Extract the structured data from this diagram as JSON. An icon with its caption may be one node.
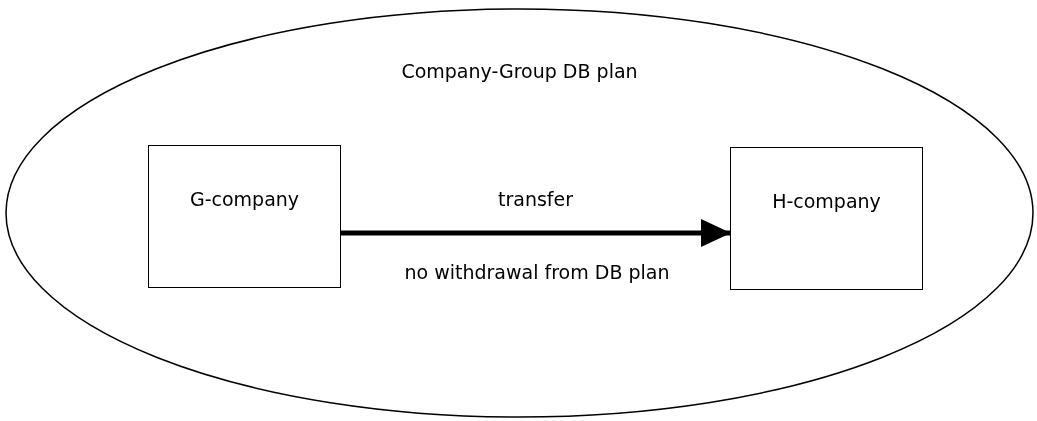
{
  "diagram": {
    "nodes": [
      {
        "text": [
          "Company-Group DB plan"
        ]
      },
      {
        "text": [
          "G-company"
        ],
        "in": 0
      },
      {
        "text": [
          "H-company"
        ],
        "in": 0
      }
    ],
    "edges": [
      {
        "from": 1,
        "to": 2,
        "arrow": "to",
        "label": "transfer"
      }
    ],
    "labels": [
      "no withdrawal from DB plan"
    ]
  }
}
